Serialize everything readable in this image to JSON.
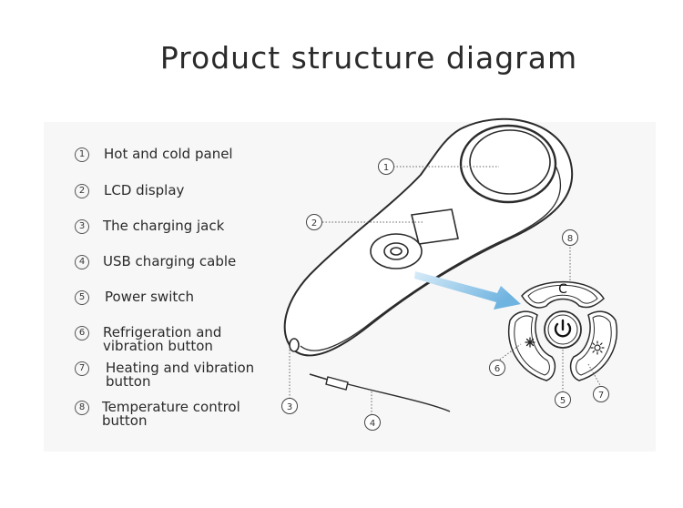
{
  "title": "Product structure diagram",
  "legend": [
    {
      "num": "1",
      "label": "Hot and cold panel"
    },
    {
      "num": "2",
      "label": "LCD display"
    },
    {
      "num": "3",
      "label": "The charging jack"
    },
    {
      "num": "4",
      "label": "USB charging cable"
    },
    {
      "num": "5",
      "label": "Power switch"
    },
    {
      "num": "6",
      "label": "Refrigeration and vibration button"
    },
    {
      "num": "7",
      "label": "Heating and vibration button"
    },
    {
      "num": "8",
      "label": "Temperature control button"
    }
  ],
  "callouts": [
    "1",
    "2",
    "3",
    "4",
    "5",
    "6",
    "7",
    "8"
  ],
  "button_labels": {
    "temperature": "C"
  },
  "colors": {
    "arrow": "#8ec5e8",
    "line": "#333333"
  }
}
